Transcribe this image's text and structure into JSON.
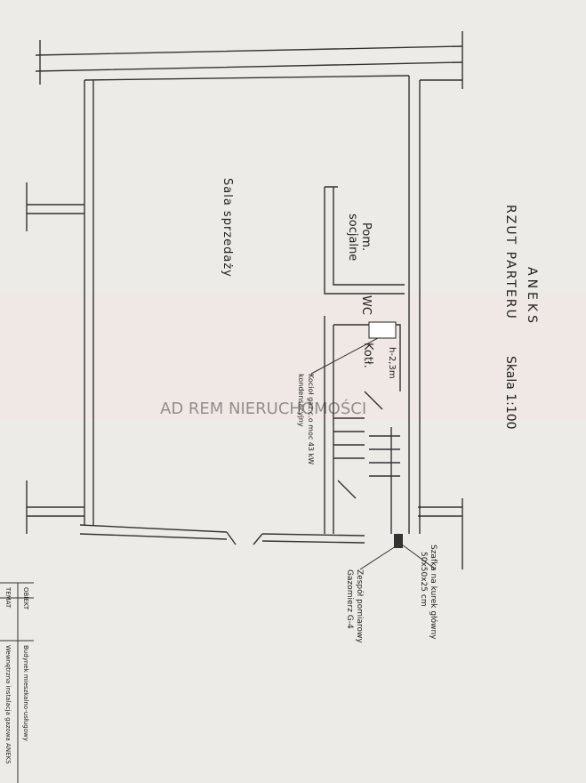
{
  "title": {
    "annex": "ANEKS",
    "plan_name": "RZUT PARTERU",
    "scale": "Skala 1:100"
  },
  "rooms": {
    "sales_hall": "Sala sprzedaży",
    "staff_room_1": "Pom.",
    "staff_room_2": "socjalne",
    "wc": "WC",
    "boiler_room": "Kotł.",
    "height": "h-2,3m"
  },
  "annotations": {
    "boiler_1": "Kocioł gaz.c.o moc 43 kW",
    "boiler_2": "kondensacyjny",
    "cabinet_1": "Szafka na kurek główny",
    "cabinet_2": "50x50x25 cm",
    "meter_1": "Zespół pomiarowy",
    "meter_2": "Gazomierz G-4"
  },
  "title_block": {
    "object_label": "OBIEKT",
    "object_value": "Budynek mieszkalno-usługowy",
    "topic_label": "TEMAT",
    "topic_value": "Wewnętrzna instalacja gazowa ANEKS"
  },
  "watermark": "AD REM NIERUCHOMOŚCI"
}
